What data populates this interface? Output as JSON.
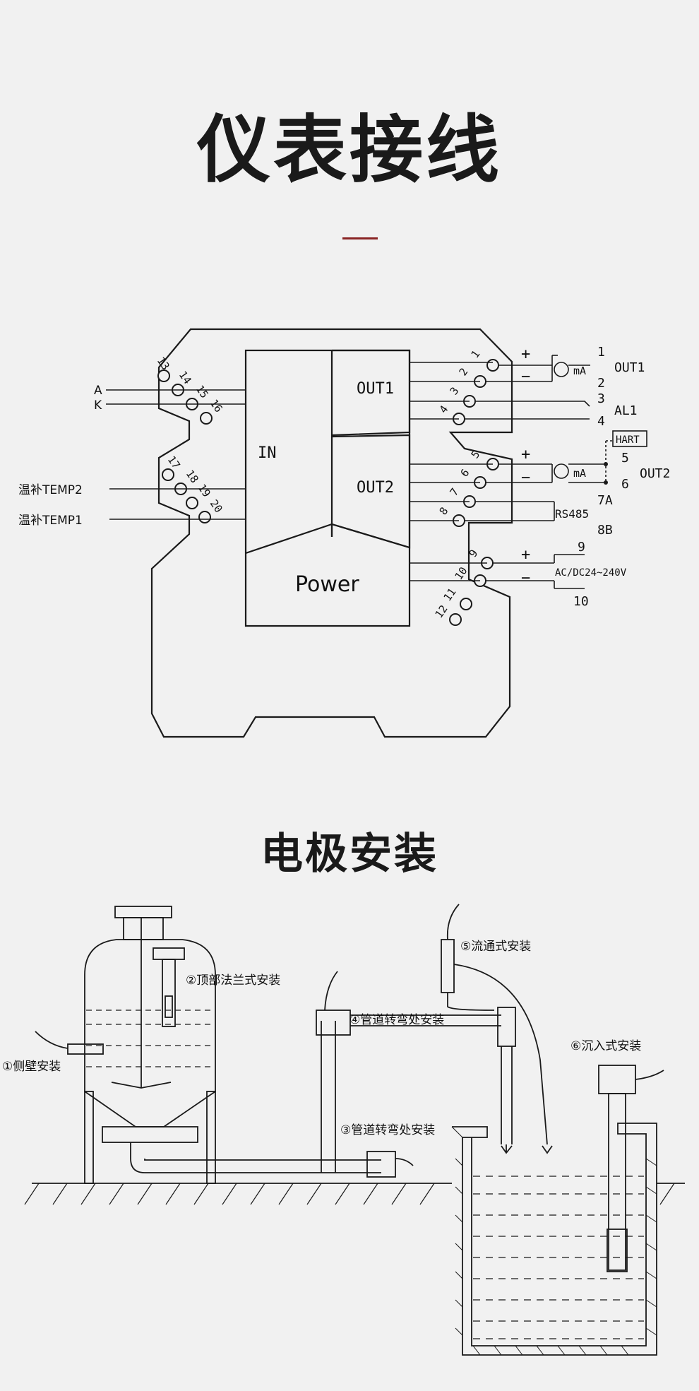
{
  "titles": {
    "wiring": "仪表接线",
    "electrode": "电极安装"
  },
  "colors": {
    "accent": "#8a2424",
    "background": "#f1f1f1",
    "line": "#1a1a1a"
  },
  "module": {
    "blocks": {
      "in": "IN",
      "out1": "OUT1",
      "out2": "OUT2",
      "power": "Power"
    },
    "terminal_numbers": [
      "1",
      "2",
      "3",
      "4",
      "5",
      "6",
      "7",
      "8",
      "9",
      "10",
      "11",
      "12",
      "13",
      "14",
      "15",
      "16",
      "17",
      "18",
      "19",
      "20"
    ],
    "left_labels": {
      "a": "A",
      "k": "K",
      "temp2": "温补TEMP2",
      "temp1": "温补TEMP1"
    },
    "right_labels": {
      "out1": "OUT1",
      "al1": "AL1",
      "out2": "OUT2",
      "hart": "HART",
      "rs485": "RS485",
      "t7a": "7A",
      "t8b": "8B",
      "power": "AC/DC24~240V",
      "ma": "mA",
      "plus": "+",
      "minus": "−",
      "n1": "1",
      "n2": "2",
      "n3": "3",
      "n4": "4",
      "n5": "5",
      "n6": "6",
      "n9": "9",
      "n10": "10"
    }
  },
  "installation": {
    "labels": {
      "side": "①侧壁安装",
      "top": "②顶部法兰式安装",
      "pipe_bend_3": "③管道转弯处安装",
      "pipe_bend_4": "④管道转弯处安装",
      "flow": "⑤流通式安装",
      "submerged": "⑥沉入式安装"
    }
  }
}
